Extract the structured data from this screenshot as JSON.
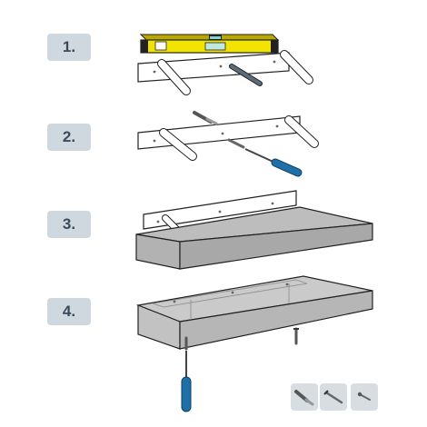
{
  "steps": [
    {
      "label": "1."
    },
    {
      "label": "2."
    },
    {
      "label": "3."
    },
    {
      "label": "4."
    }
  ],
  "hardware": [
    {
      "icon": "wall-anchor-icon"
    },
    {
      "icon": "screw-icon"
    },
    {
      "icon": "nail-icon"
    }
  ],
  "colors": {
    "badge_bg": "#cfd8df",
    "badge_text": "#3a4a5a",
    "level_yellow": "#f2e300",
    "screwdriver_handle": "#1f6fa8",
    "shelf_gray": "#b9b9b9",
    "tile_bg": "#d8dde1"
  }
}
